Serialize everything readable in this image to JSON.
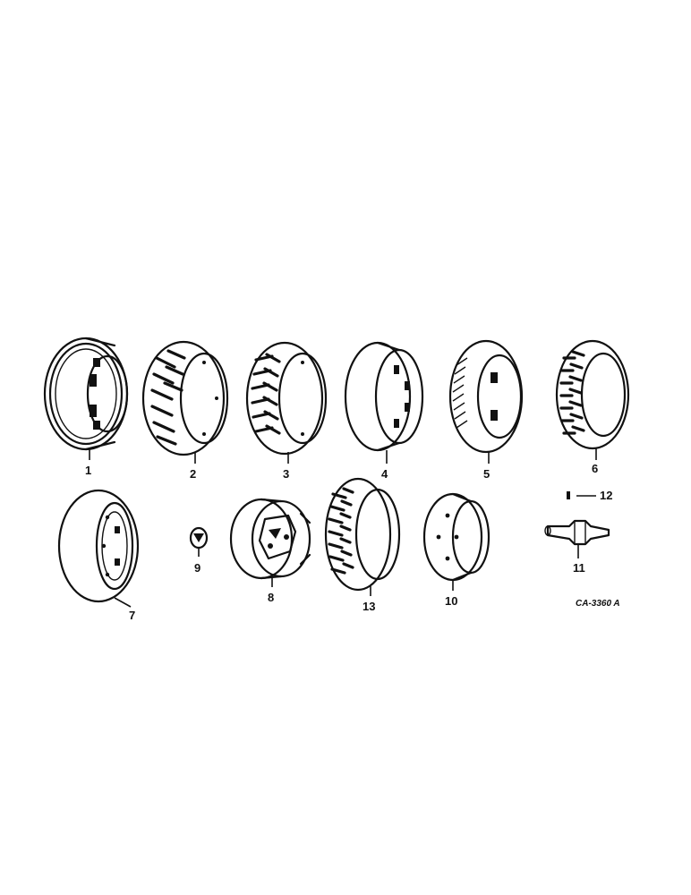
{
  "callouts": {
    "c1": "1",
    "c2": "2",
    "c3": "3",
    "c4": "4",
    "c5": "5",
    "c6": "6",
    "c7": "7",
    "c8": "8",
    "c9": "9",
    "c10": "10",
    "c11": "11",
    "c12": "12",
    "c13": "13"
  },
  "reference_code": "CA-3360 A"
}
